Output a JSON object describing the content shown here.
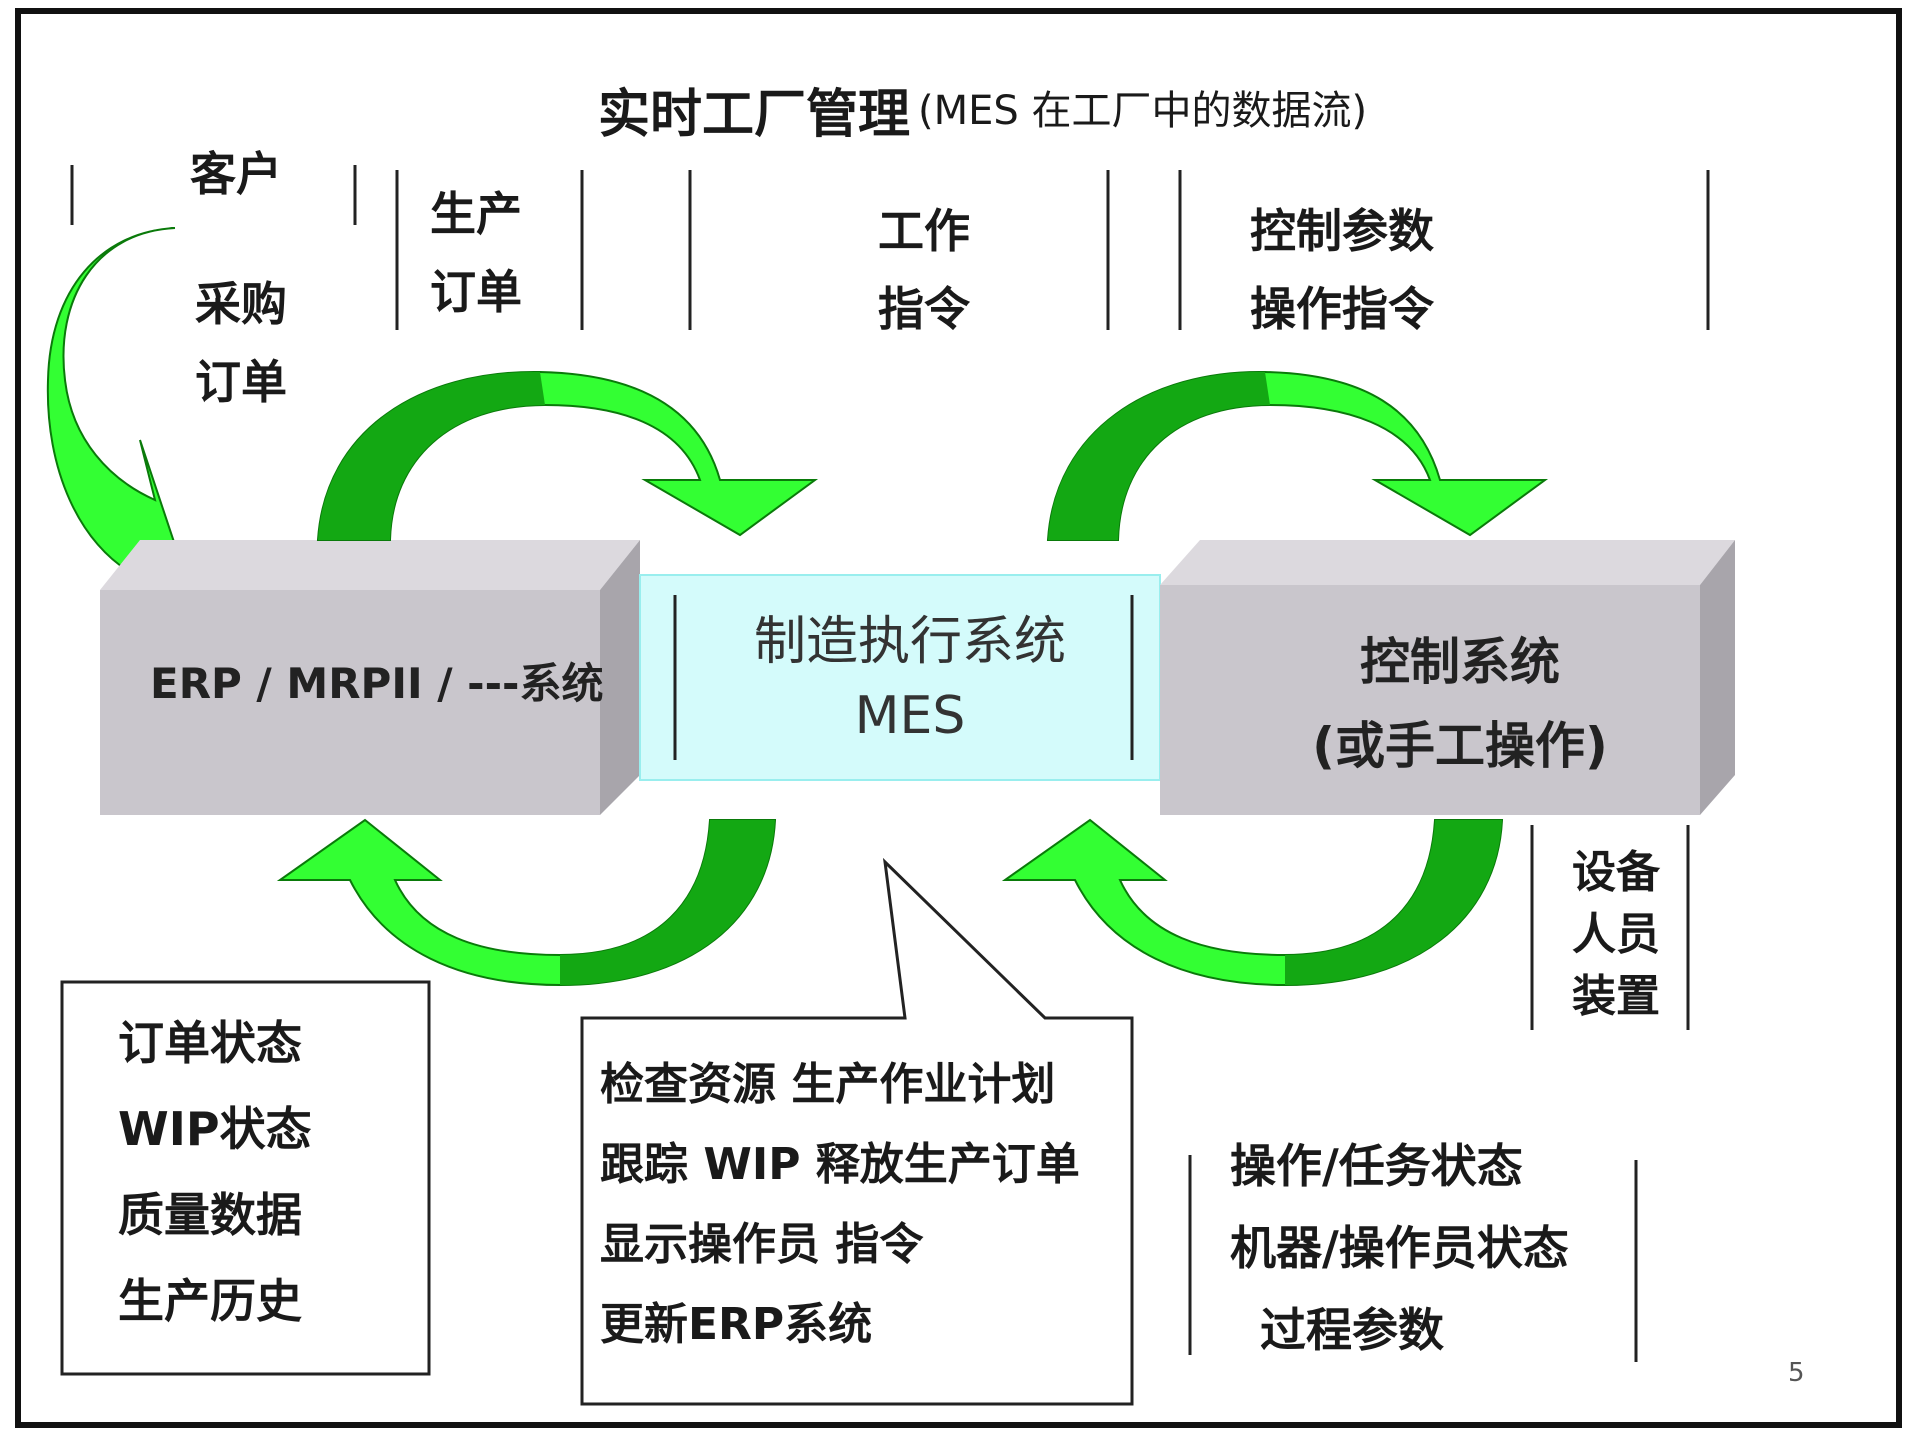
{
  "title": "实时工厂管理",
  "subtitle": "(MES 在工厂中的数据流)",
  "top_labels": {
    "customer": "客户",
    "purchase_order": [
      "采购",
      "订单"
    ],
    "production_order": [
      "生产",
      "订单"
    ],
    "work_instruction": [
      "工作",
      "指令"
    ],
    "control_params": [
      "控制参数",
      "操作指令"
    ]
  },
  "boxes": {
    "erp": "ERP / MRPII / ---系统",
    "mes": [
      "制造执行系统",
      "MES"
    ],
    "control": [
      "控制系统",
      "(或手工操作)"
    ]
  },
  "right_side_labels": [
    "设备",
    "人员",
    "装置"
  ],
  "left_status": [
    "订单状态",
    "WIP状态",
    "质量数据",
    "生产历史"
  ],
  "mes_functions": [
    "检查资源  生产作业计划",
    "跟踪 WIP  释放生产订单",
    "显示操作员 指令",
    "更新ERP系统"
  ],
  "right_status": [
    "操作/任务状态",
    "机器/操作员状态",
    "过程参数"
  ],
  "page_number": "5",
  "colors": {
    "arrow_light": "#33ff33",
    "arrow_dark": "#13a813",
    "box_gray": "#c9c6cc",
    "box_dark": "#a8a5ab",
    "mes_bg": "#d4fbfb"
  }
}
